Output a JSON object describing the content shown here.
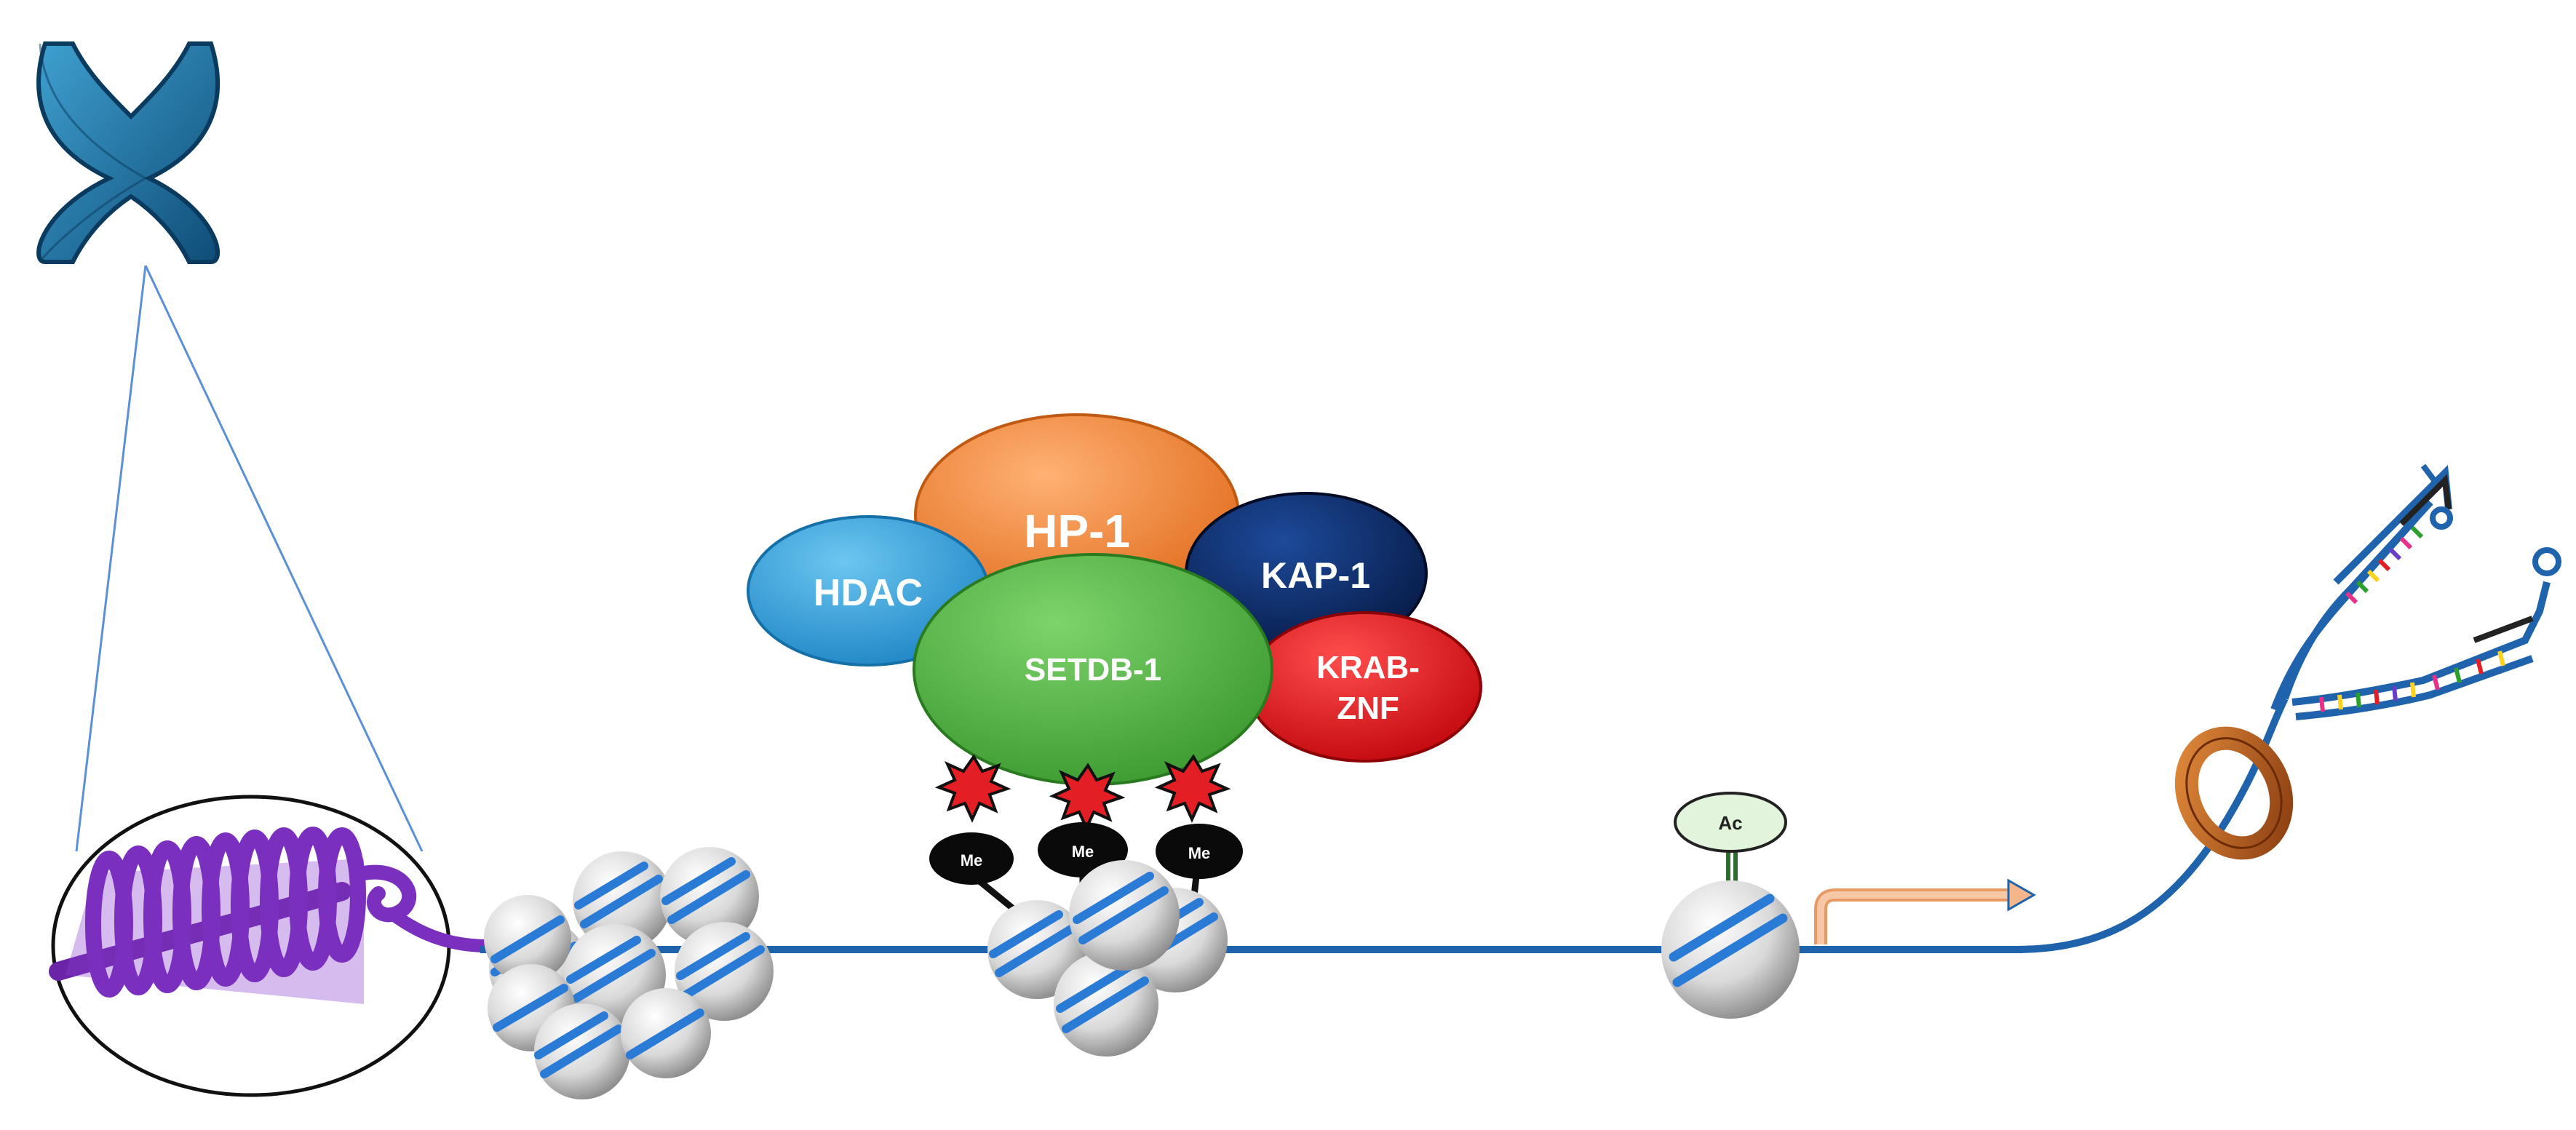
{
  "proteins": {
    "hp1": "HP-1",
    "hdac": "HDAC",
    "kap1": "KAP-1",
    "setdb1": "SETDB-1",
    "krab_line1": "KRAB-",
    "krab_line2": "ZNF"
  },
  "marks": {
    "methyl": "Me",
    "acetyl": "Ac"
  },
  "colors": {
    "dna": "#1f63ad",
    "chromosome": "#1e6d9c",
    "fiber": "#7a2fbf",
    "hp1": "#f4883a",
    "hdac": "#3ba6dd",
    "kap1": "#0b2a66",
    "setdb1": "#56b848",
    "krab": "#e31e24",
    "ring": "#b85a1c",
    "arrow": "#f4b68a",
    "ac_badge": "#e2f4dc"
  }
}
